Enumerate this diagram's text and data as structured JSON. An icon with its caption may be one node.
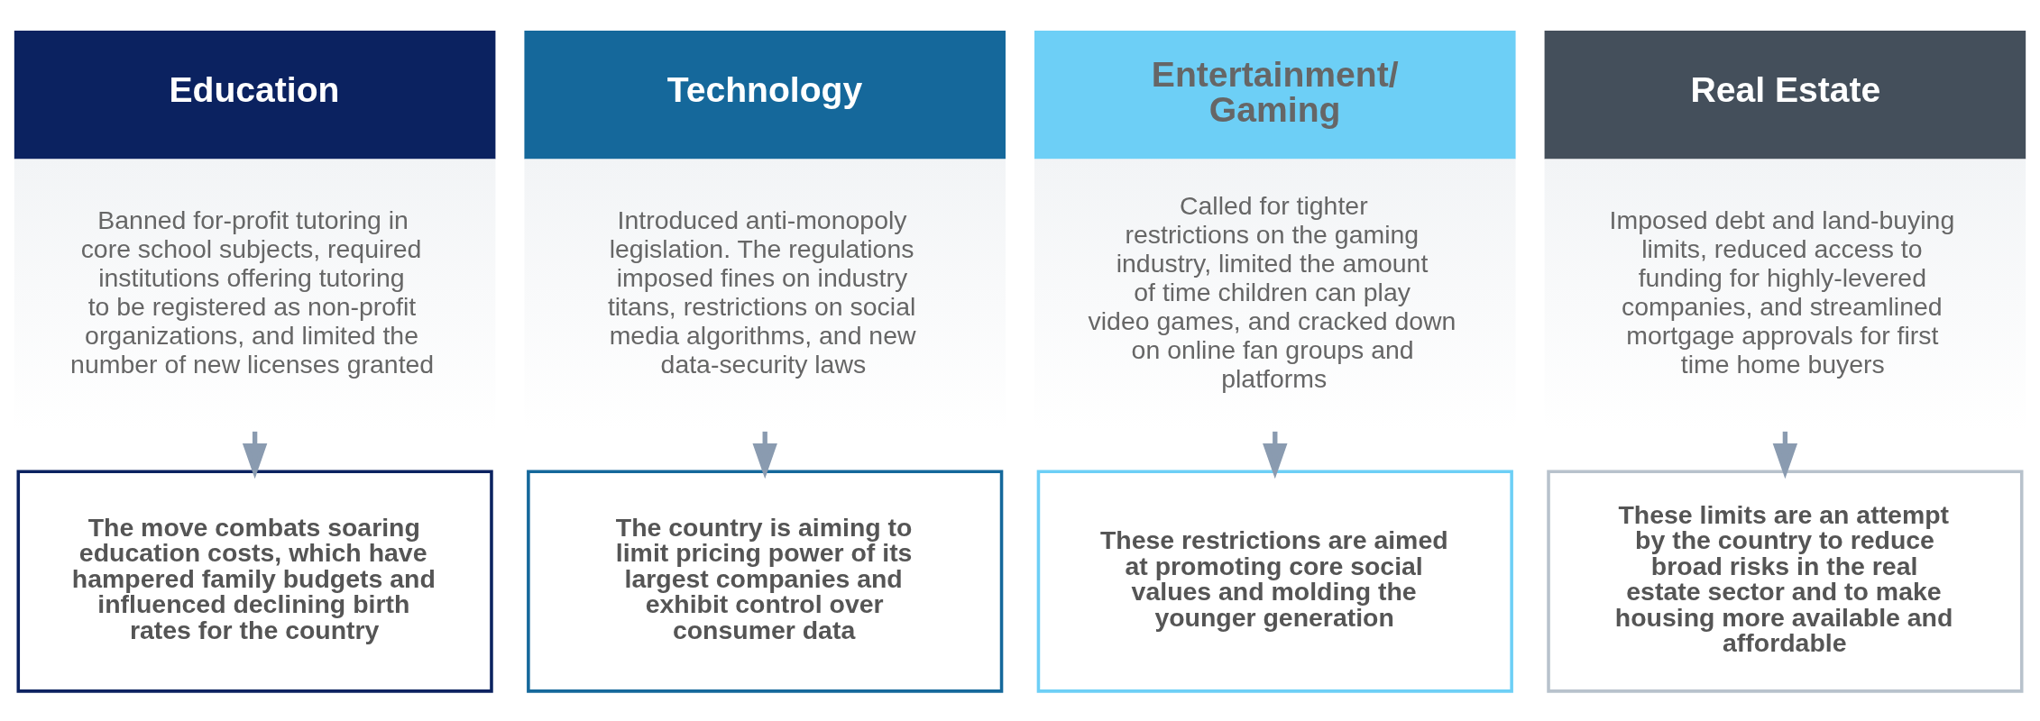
{
  "diagram": {
    "nodes": [
      {
        "text": [
          "Education",
          "Banned for-profit tutoring in core school subjects, required institutions offering tutoring to be registered as non-profit organizations, and limited the number of new licenses granted"
        ]
      },
      {
        "text": [
          "Technology",
          "Introduced anti-monopoly legislation. The regulations imposed fines on industry titans, restrictions on social media algorithms, and new data-security laws"
        ]
      },
      {
        "text": [
          "Entertainment/ Gaming",
          "Called for tighter restrictions on the gaming industry, limited the amount of time children can play video games, and cracked down on online fan groups and platforms"
        ]
      },
      {
        "text": [
          "Real Estate",
          "Imposed debt and land-buying limits, reduced access to funding for highly-levered companies, and streamlined mortgage approvals for first time home buyers"
        ]
      },
      {
        "text": [
          "The move combats soaring education costs, which have hampered family budgets and influenced declining birth rates for the country"
        ]
      },
      {
        "text": [
          "The country is aiming to limit pricing power of its largest companies and exhibit control over consumer data"
        ]
      },
      {
        "text": [
          "These restrictions are aimed at promoting core social values and molding the younger generation"
        ]
      },
      {
        "text": [
          "These limits are an attempt by the country to reduce broad risks in the real estate sector and to make housing more available and affordable"
        ]
      }
    ],
    "edges": [
      {
        "from": 0,
        "to": 4,
        "arrow": "to"
      },
      {
        "from": 1,
        "to": 5,
        "arrow": "to"
      },
      {
        "from": 2,
        "to": 6,
        "arrow": "to"
      },
      {
        "from": 3,
        "to": 7,
        "arrow": "to"
      }
    ]
  }
}
